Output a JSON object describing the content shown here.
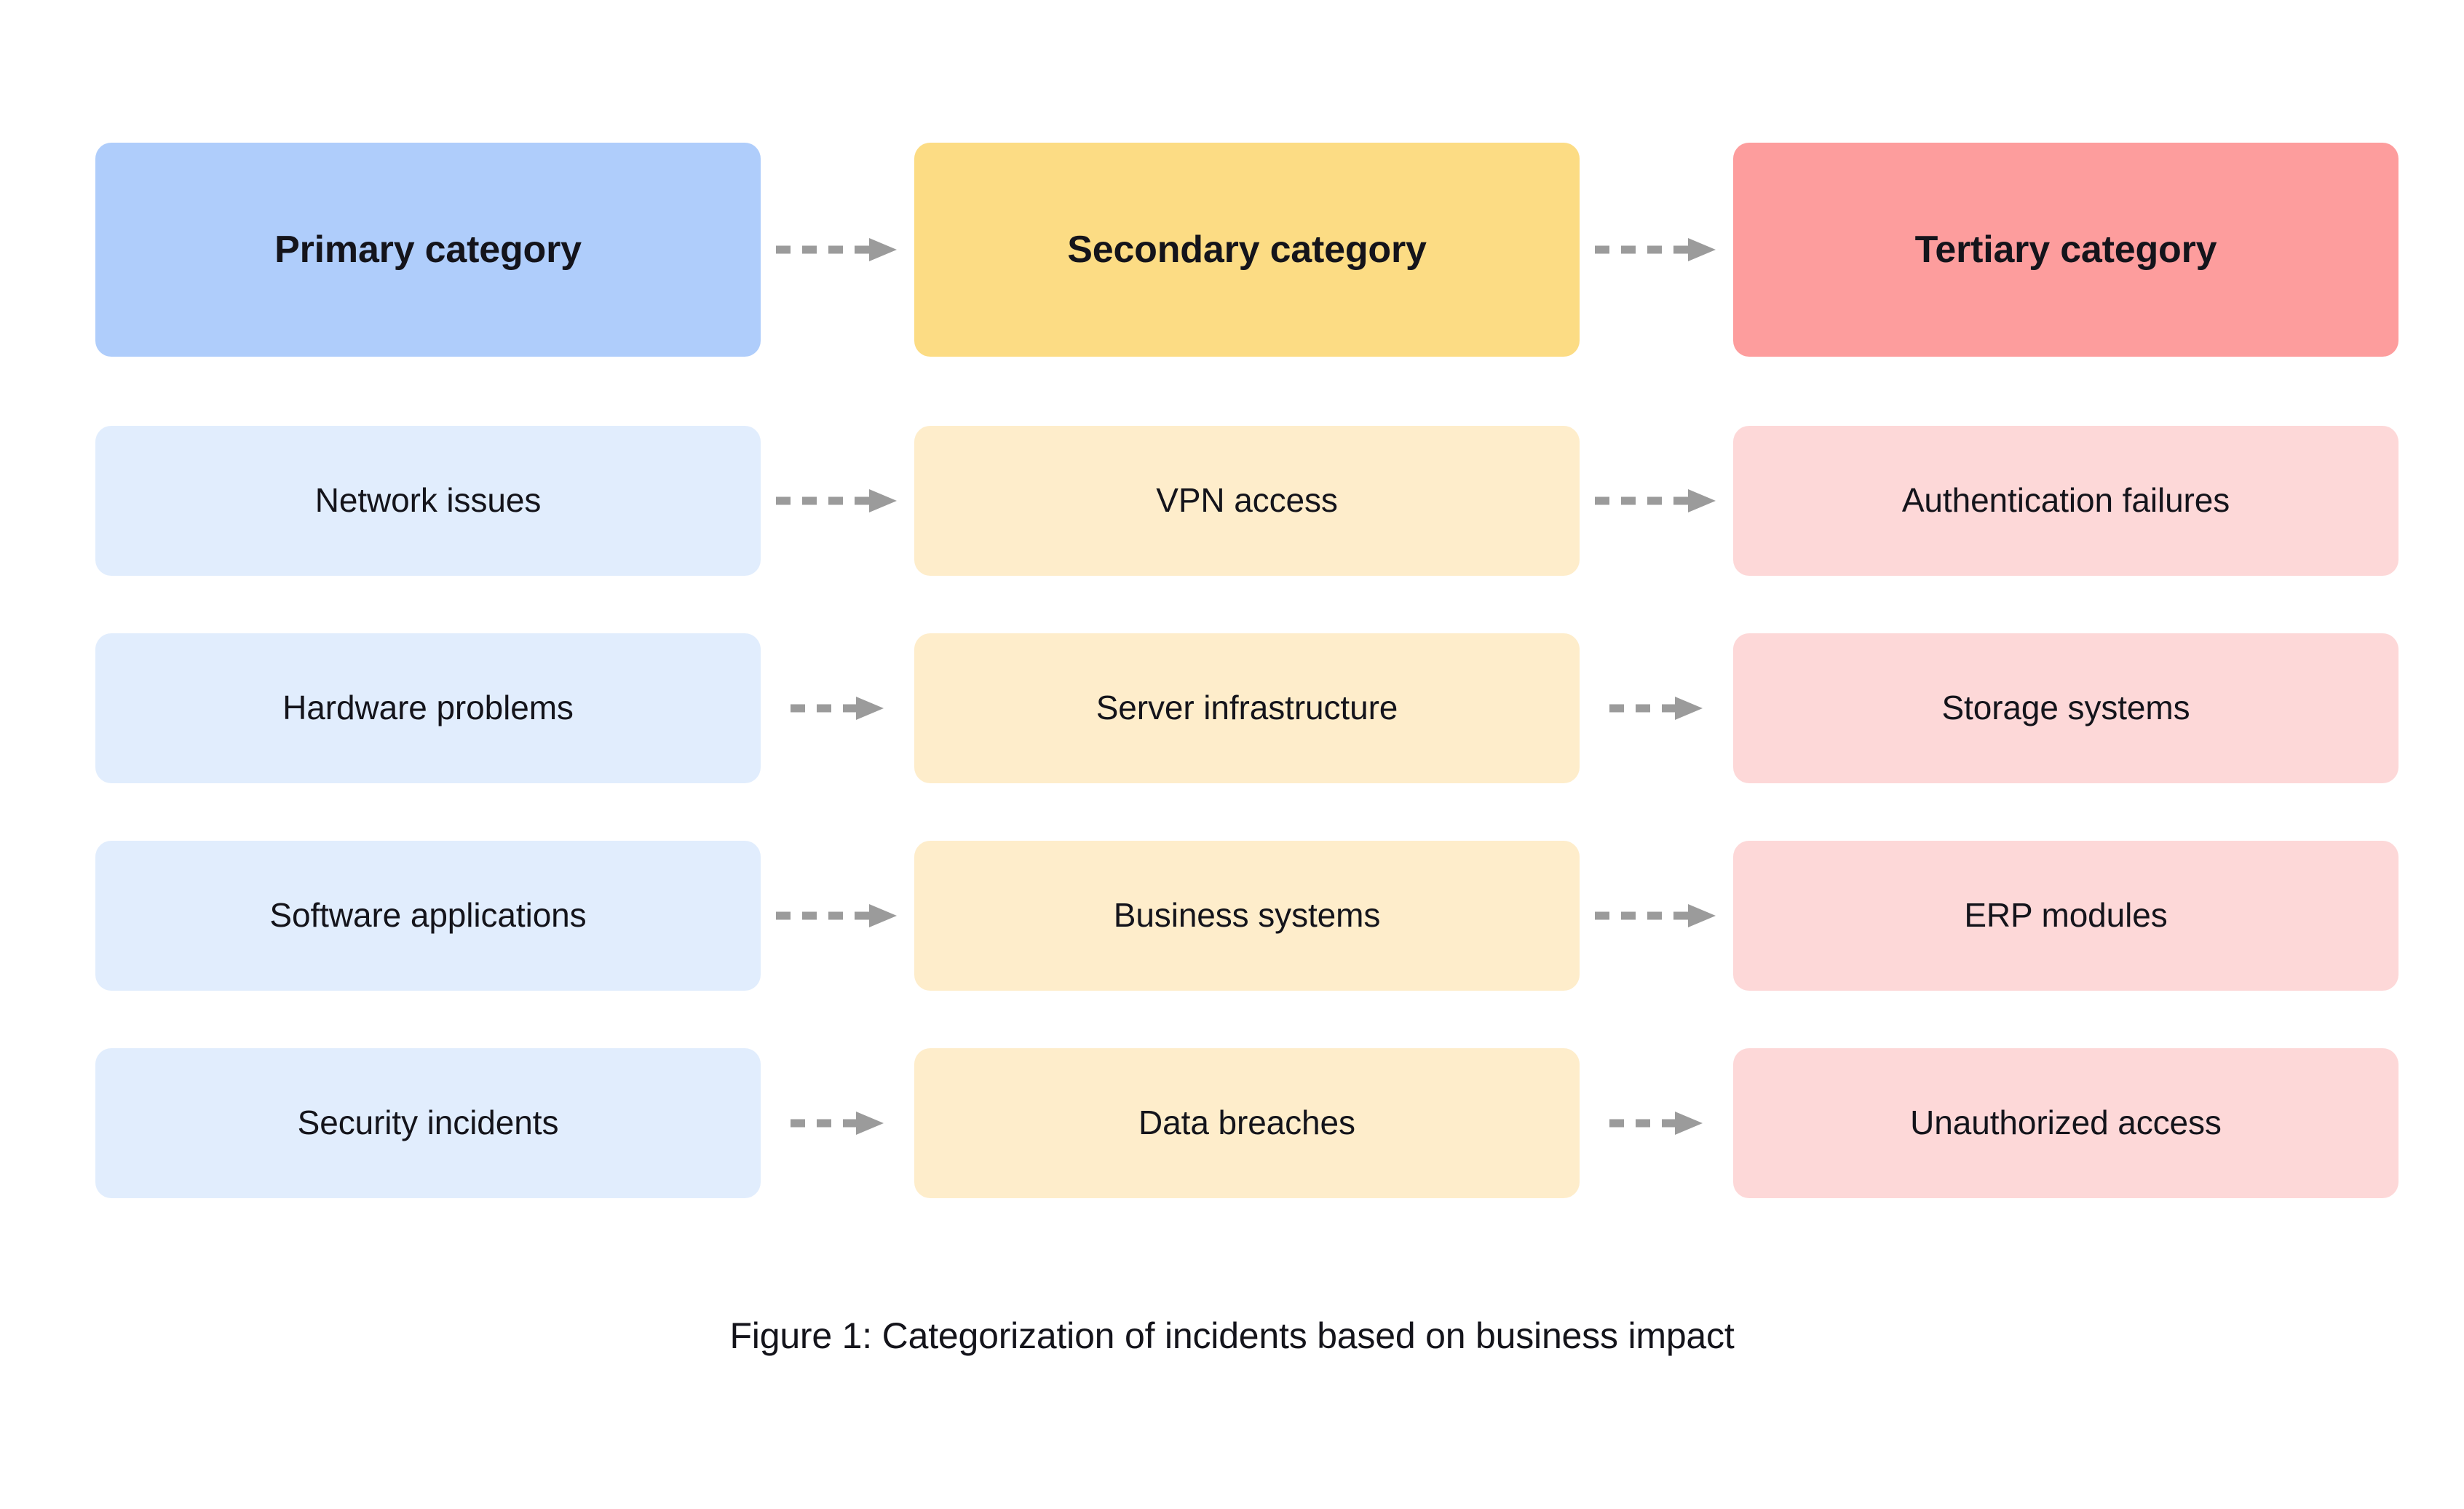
{
  "figure": {
    "caption": "Figure 1: Categorization of incidents based on business impact",
    "background": "#ffffff",
    "text_color": "#14141b",
    "arrow_color": "#9b9b9b"
  },
  "palette": {
    "header_blue": "#AFCDFB",
    "header_yellow": "#FCDC84",
    "header_red": "#FD9D9D",
    "cell_blue": "#E1EDFD",
    "cell_yellow": "#FEEDCB",
    "cell_red": "#FDD8D8"
  },
  "columns": [
    {
      "header": "Primary category"
    },
    {
      "header": "Secondary category"
    },
    {
      "header": "Tertiary category"
    }
  ],
  "rows": [
    {
      "primary": "Network issues",
      "secondary": "VPN access",
      "tertiary": "Authentication failures"
    },
    {
      "primary": "Hardware problems",
      "secondary": "Server infrastructure",
      "tertiary": "Storage systems"
    },
    {
      "primary": "Software applications",
      "secondary": "Business systems",
      "tertiary": "ERP modules"
    },
    {
      "primary": "Security incidents",
      "secondary": "Data breaches",
      "tertiary": "Unauthorized access"
    }
  ],
  "connectors": {
    "header": {
      "from": "Primary category",
      "to": "Secondary category",
      "style": "dashed-arrow"
    },
    "row_1": {
      "style": "dashed-arrow"
    },
    "row_2": {
      "style": "dashed-arrow"
    },
    "row_3": {
      "style": "dashed-arrow"
    },
    "row_4": {
      "style": "dashed-arrow"
    }
  }
}
